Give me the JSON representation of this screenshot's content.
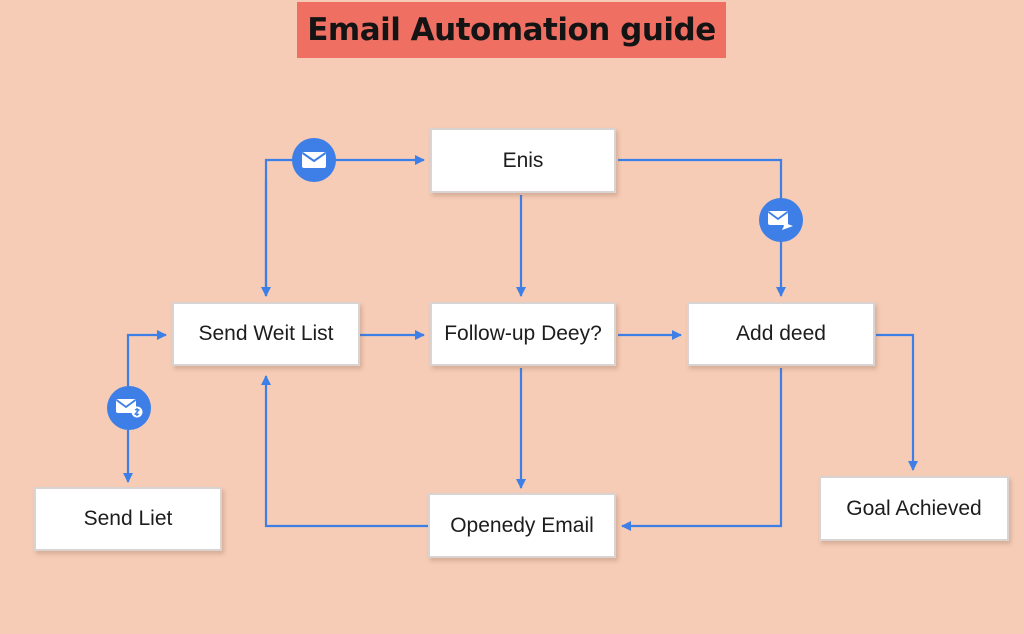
{
  "diagram": {
    "title": "Email Automation guide",
    "nodes": {
      "email": "Enis",
      "send_wait_list": "Send Weit List",
      "follow_up": "Follow-up Deey?",
      "add_deed": "Add deed",
      "send_list": "Send Liet",
      "opened_email": "Openedy Email",
      "goal_achieved": "Goal Achieved"
    },
    "icons": [
      "envelope-icon",
      "envelope-send-icon",
      "envelope-dollar-icon"
    ],
    "colors": {
      "background": "#f6ccb6",
      "title_banner": "#ef6f63",
      "connector": "#3d7fe6",
      "node_fill": "#ffffff"
    }
  }
}
